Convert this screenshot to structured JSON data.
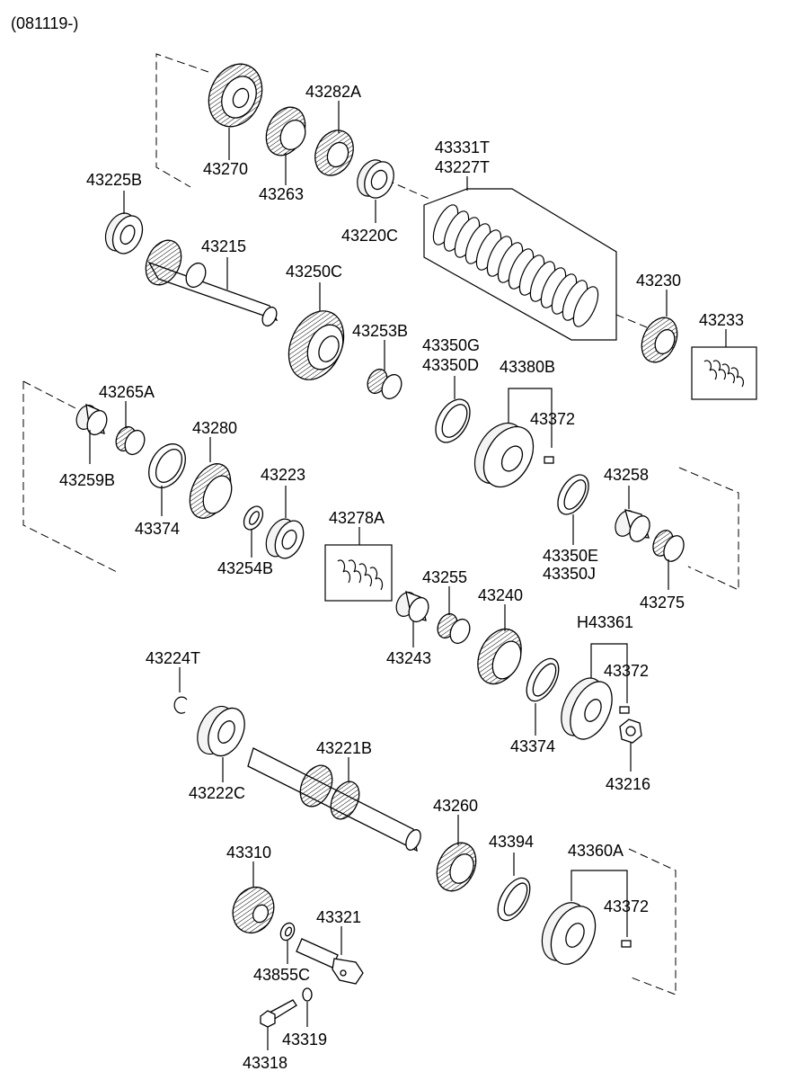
{
  "header": {
    "code": "(081119-)"
  },
  "parts": [
    {
      "id": "p43270",
      "label": "43270",
      "icon": "gear-icon"
    },
    {
      "id": "p43263",
      "label": "43263",
      "icon": "gear-icon"
    },
    {
      "id": "p43282A",
      "label": "43282A",
      "icon": "gear-icon"
    },
    {
      "id": "p43220C",
      "label": "43220C",
      "icon": "bearing-icon"
    },
    {
      "id": "p43331T",
      "label": "43331T",
      "icon": "shim-set-icon"
    },
    {
      "id": "p43227T",
      "label": "43227T",
      "icon": "shim-set-icon"
    },
    {
      "id": "p43225B",
      "label": "43225B",
      "icon": "bearing-icon"
    },
    {
      "id": "p43215",
      "label": "43215",
      "icon": "shaft-icon"
    },
    {
      "id": "p43250C",
      "label": "43250C",
      "icon": "gear-icon"
    },
    {
      "id": "p43253B",
      "label": "43253B",
      "icon": "needle-bearing-icon"
    },
    {
      "id": "p43350G",
      "label": "43350G",
      "icon": "synchro-ring-icon"
    },
    {
      "id": "p43350D",
      "label": "43350D",
      "icon": "synchro-ring-icon"
    },
    {
      "id": "p43380B",
      "label": "43380B",
      "icon": "synchronizer-hub-icon"
    },
    {
      "id": "p43372a",
      "label": "43372",
      "icon": "key-icon"
    },
    {
      "id": "p43230",
      "label": "43230",
      "icon": "gear-icon"
    },
    {
      "id": "p43233",
      "label": "43233",
      "icon": "spring-icon"
    },
    {
      "id": "p43265A",
      "label": "43265A",
      "icon": "needle-bearing-icon"
    },
    {
      "id": "p43259B",
      "label": "43259B",
      "icon": "sleeve-icon"
    },
    {
      "id": "p43280",
      "label": "43280",
      "icon": "gear-icon"
    },
    {
      "id": "p43374a",
      "label": "43374",
      "icon": "synchro-ring-icon"
    },
    {
      "id": "p43223",
      "label": "43223",
      "icon": "bearing-icon"
    },
    {
      "id": "p43254B",
      "label": "43254B",
      "icon": "washer-icon"
    },
    {
      "id": "p43278A",
      "label": "43278A",
      "icon": "spring-icon"
    },
    {
      "id": "p43258",
      "label": "43258",
      "icon": "sleeve-icon"
    },
    {
      "id": "p43350E",
      "label": "43350E",
      "icon": "synchro-ring-icon"
    },
    {
      "id": "p43350J",
      "label": "43350J",
      "icon": "synchro-ring-icon"
    },
    {
      "id": "p43275",
      "label": "43275",
      "icon": "needle-bearing-icon"
    },
    {
      "id": "p43255",
      "label": "43255",
      "icon": "needle-bearing-icon"
    },
    {
      "id": "p43243",
      "label": "43243",
      "icon": "sleeve-icon"
    },
    {
      "id": "p43240",
      "label": "43240",
      "icon": "gear-icon"
    },
    {
      "id": "pH43361",
      "label": "H43361",
      "icon": "synchronizer-hub-icon"
    },
    {
      "id": "p43372b",
      "label": "43372",
      "icon": "key-icon"
    },
    {
      "id": "p43374b",
      "label": "43374",
      "icon": "synchro-ring-icon"
    },
    {
      "id": "p43216",
      "label": "43216",
      "icon": "nut-icon"
    },
    {
      "id": "p43224T",
      "label": "43224T",
      "icon": "snap-ring-icon"
    },
    {
      "id": "p43222C",
      "label": "43222C",
      "icon": "bearing-icon"
    },
    {
      "id": "p43221B",
      "label": "43221B",
      "icon": "shaft-icon"
    },
    {
      "id": "p43260",
      "label": "43260",
      "icon": "gear-icon"
    },
    {
      "id": "p43394",
      "label": "43394",
      "icon": "synchro-ring-icon"
    },
    {
      "id": "p43360A",
      "label": "43360A",
      "icon": "synchronizer-hub-icon"
    },
    {
      "id": "p43372c",
      "label": "43372",
      "icon": "key-icon"
    },
    {
      "id": "p43310",
      "label": "43310",
      "icon": "gear-icon"
    },
    {
      "id": "p43321",
      "label": "43321",
      "icon": "shaft-icon"
    },
    {
      "id": "p43855C",
      "label": "43855C",
      "icon": "washer-icon"
    },
    {
      "id": "p43319",
      "label": "43319",
      "icon": "washer-icon"
    },
    {
      "id": "p43318",
      "label": "43318",
      "icon": "bolt-icon"
    }
  ]
}
